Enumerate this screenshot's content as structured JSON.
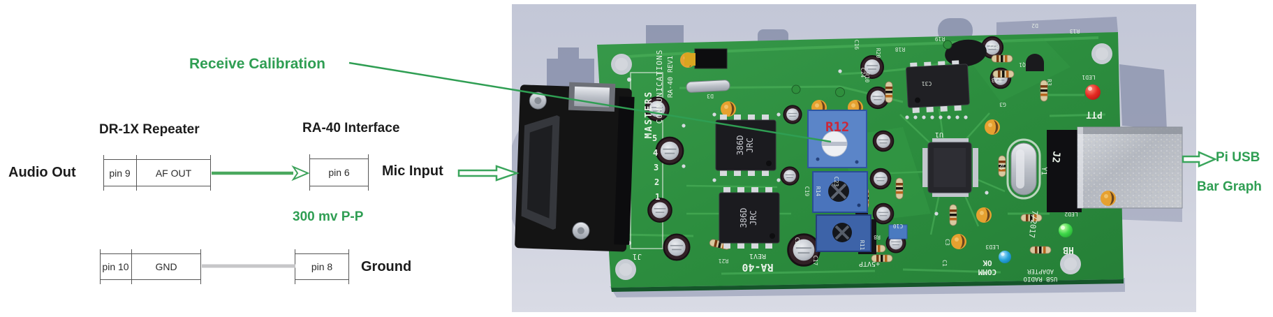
{
  "callouts": {
    "receive_calibration": "Receive Calibration",
    "level_note": "300 mv P-P",
    "audio_out": "Audio Out",
    "mic_input": "Mic Input",
    "ground": "Ground",
    "pi_usb": "Pi USB",
    "bar_graph": "Bar Graph",
    "r12": "R12"
  },
  "wiring": {
    "left_device": "DR-1X Repeater",
    "right_device": "RA-40 Interface",
    "rows": [
      {
        "pin_left": "pin 9",
        "signal": "AF OUT",
        "pin_right": "pin 6"
      },
      {
        "pin_left": "pin 10",
        "signal": "GND",
        "pin_right": "pin 8"
      }
    ]
  },
  "board": {
    "maker_top": "MASTERS",
    "maker_mid": "COMMUNICATIONS",
    "maker_rev": "RA-40 REV1",
    "db9_pins": [
      "1",
      "2",
      "3",
      "4",
      "5"
    ],
    "j1": "J1",
    "j2": "J2",
    "u1": "U1",
    "y1": "Y1",
    "date_code": "7/2017",
    "bottom_rev_line1": "RA-40",
    "bottom_rev_line2": "REV1",
    "comm_line1": "COMM",
    "comm_line2": "OK",
    "usb_line1": "USB RADIO",
    "usb_line2": "ADAPTER",
    "hb": "HB",
    "ptt": "PTT",
    "led1": "LED1",
    "led2": "LED2",
    "led3": "LED3",
    "tp": "+5VTP",
    "ic_line1": "386D",
    "ic_line2": "JRC",
    "refs": {
      "r22": "R22",
      "r23": "R23",
      "q1": "Q1",
      "r3": "R3",
      "r13": "R13",
      "d2": "D2",
      "r19": "R19",
      "r18": "R18",
      "r20": "R20",
      "c16": "C16",
      "d3": "D3",
      "c24": "C24",
      "c31": "C31",
      "r5": "R5",
      "g3": "G3",
      "c23": "C23",
      "r14": "R14",
      "c19": "C19",
      "c18": "C18",
      "c17": "C17",
      "r21": "R21",
      "r11": "R11",
      "r8": "R8",
      "c10": "C10",
      "c1": "C1",
      "c3": "C3",
      "r10": "R10"
    }
  }
}
